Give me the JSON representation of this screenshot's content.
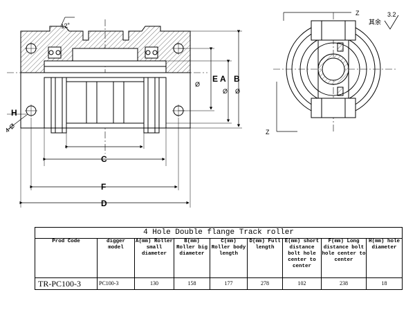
{
  "drawing": {
    "labels": {
      "angle": "12°",
      "dim_e": "E",
      "dim_a": "A",
      "dim_b": "B",
      "dim_c": "C",
      "dim_f": "F",
      "dim_d": "D",
      "dim_h": "H",
      "hole_note": "4-Ø",
      "dia_sym": "Ø",
      "axis_z": "Z",
      "surface_note": "其余",
      "roughness": "3.2"
    }
  },
  "table": {
    "title": "4 Hole Double flange Track roller",
    "headers": [
      "Prod Code",
      "digger model",
      "A(mm) Roller small diameter",
      "B(mm) Roller big diameter",
      "C(mm) Roller body length",
      "D(mm) Full length",
      "E(mm) short distance bolt hole center to center",
      "F(mm) Long distance bolt hole center to center",
      "H(mm) hole diameter"
    ],
    "rows": [
      [
        "TR-PC100-3",
        "PC100-3",
        "130",
        "158",
        "177",
        "278",
        "102",
        "238",
        "18"
      ]
    ]
  }
}
